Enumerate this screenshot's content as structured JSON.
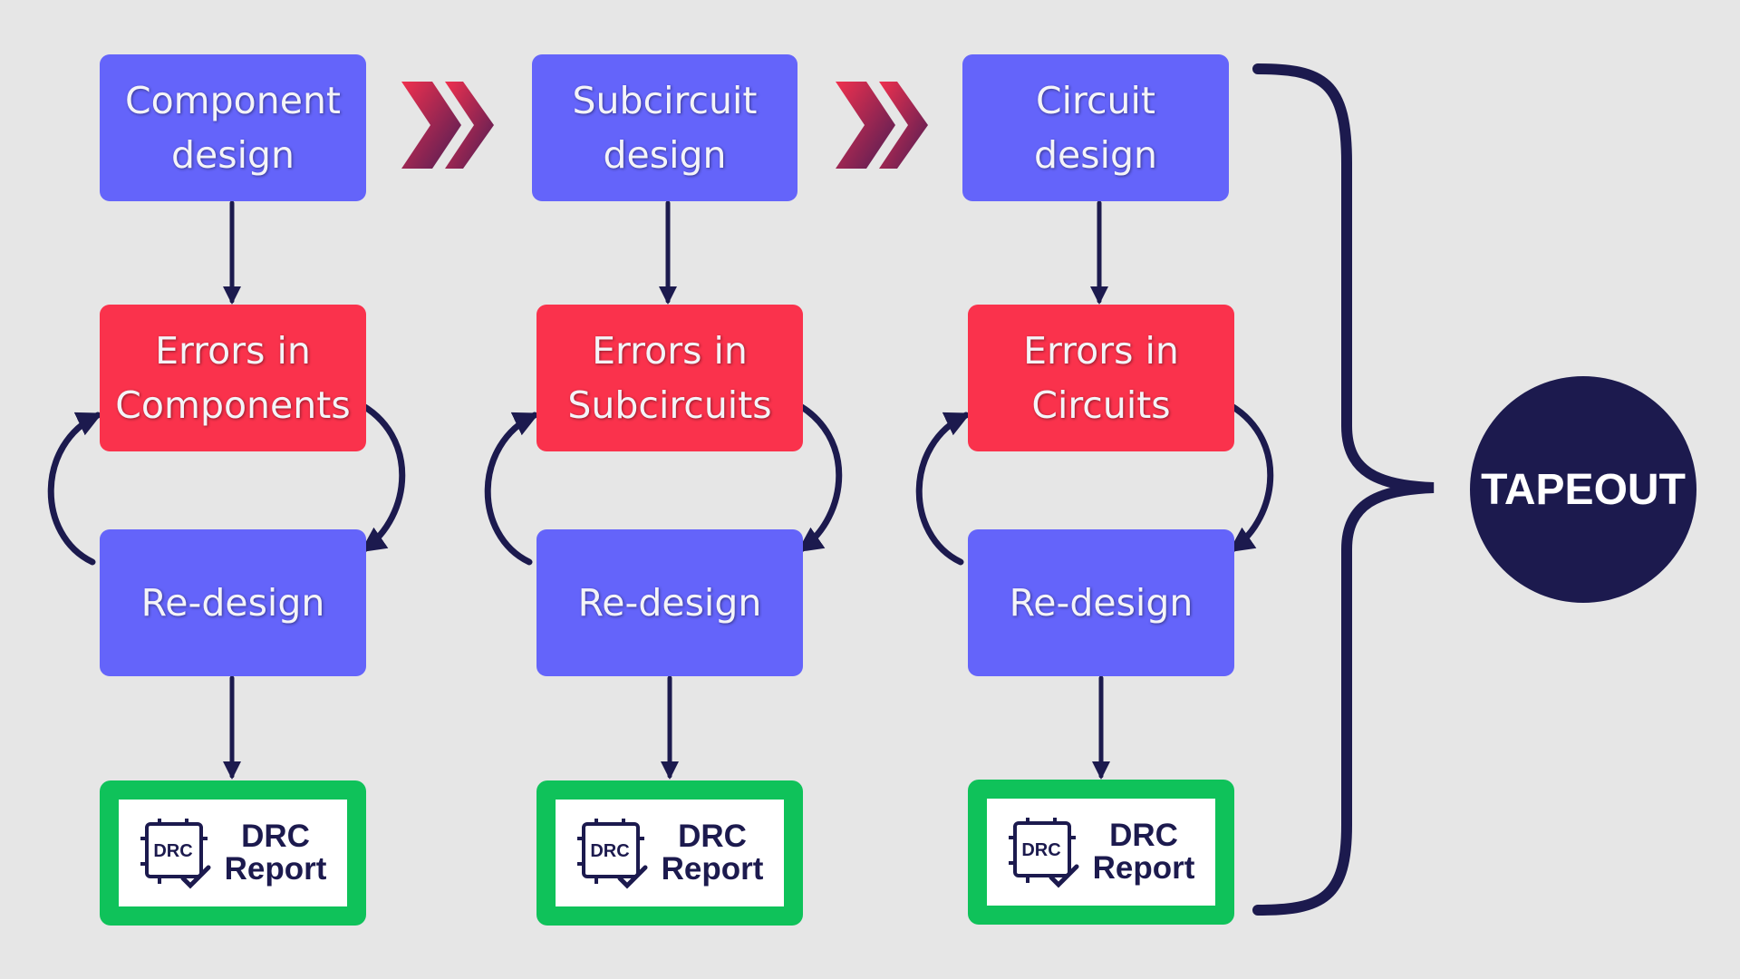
{
  "columns": [
    {
      "design_label": "Component\ndesign",
      "errors_label": "Errors in\nComponents",
      "redesign_label": "Re-design",
      "report_label": "DRC\nReport",
      "chip_label": "DRC"
    },
    {
      "design_label": "Subcircuit\ndesign",
      "errors_label": "Errors in\nSubcircuits",
      "redesign_label": "Re-design",
      "report_label": "DRC\nReport",
      "chip_label": "DRC"
    },
    {
      "design_label": "Circuit\ndesign",
      "errors_label": "Errors in\nCircuits",
      "redesign_label": "Re-design",
      "report_label": "DRC\nReport",
      "chip_label": "DRC"
    }
  ],
  "tapeout_label": "TAPEOUT",
  "colors": {
    "background": "#e6e6e6",
    "design_box": "#6464fa",
    "error_box": "#fa324c",
    "report_border": "#0fc25a",
    "dark_navy": "#1c1a4e",
    "chevron": "#d8284e"
  },
  "icons": [
    "double-chevron-right-icon",
    "chip-check-icon",
    "curly-brace-icon"
  ]
}
